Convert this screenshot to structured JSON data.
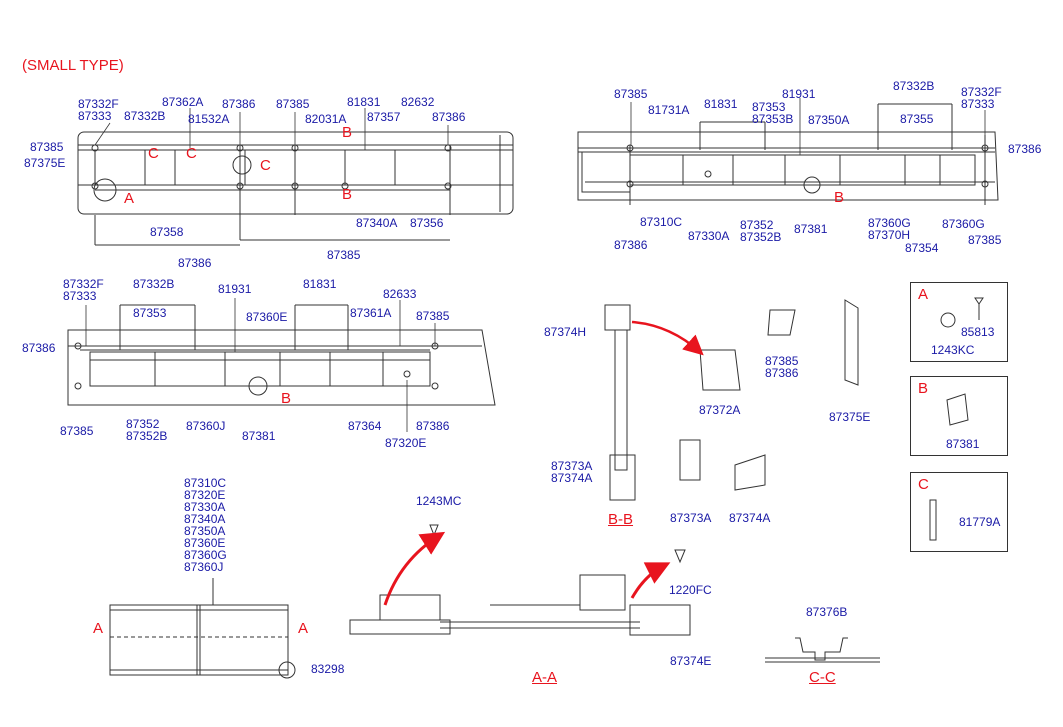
{
  "title": "(SMALL TYPE)",
  "ref_letters": {
    "a": "A",
    "b": "B",
    "c": "C"
  },
  "section_labels": {
    "aa": "A-A",
    "bb": "B-B",
    "cc": "C-C"
  },
  "view1": {
    "labels": [
      "87332F",
      "87333",
      "87332B",
      "87362A",
      "81532A",
      "87386",
      "87385",
      "82031A",
      "81831",
      "87357",
      "82632",
      "87386",
      "87385",
      "87375E",
      "87358",
      "87386",
      "87385",
      "87340A",
      "87356"
    ]
  },
  "view2": {
    "labels": [
      "87385",
      "81731A",
      "81831",
      "87353",
      "87353B",
      "81931",
      "87350A",
      "87332B",
      "87355",
      "87332F",
      "87333",
      "87386",
      "87310C",
      "87386",
      "87330A",
      "87352",
      "87352B",
      "87381",
      "87360G",
      "87370H",
      "87354",
      "87360G",
      "87385"
    ]
  },
  "view3": {
    "labels": [
      "87332F",
      "87333",
      "87332B",
      "87353",
      "81931",
      "87360E",
      "81831",
      "87361A",
      "82633",
      "87385",
      "87386",
      "87385",
      "87352",
      "87352B",
      "87360J",
      "87381",
      "87364",
      "87386",
      "87320E"
    ]
  },
  "glass": {
    "parts": [
      "87310C",
      "87320E",
      "87330A",
      "87340A",
      "87350A",
      "87360E",
      "87360G",
      "87360J"
    ],
    "clip": "83298"
  },
  "bb_parts": [
    "87374H",
    "87372A",
    "87385",
    "87386",
    "87375E",
    "87373A",
    "87374A",
    "87373A",
    "87374A"
  ],
  "aa_parts": [
    "1243MC",
    "1220FC",
    "87374E"
  ],
  "cc_part": "87376B",
  "detail_a": {
    "letter": "A",
    "screw": "85813",
    "cap": "1243KC"
  },
  "detail_b": {
    "letter": "B",
    "part": "87381"
  },
  "detail_c": {
    "letter": "C",
    "part": "81779A"
  }
}
